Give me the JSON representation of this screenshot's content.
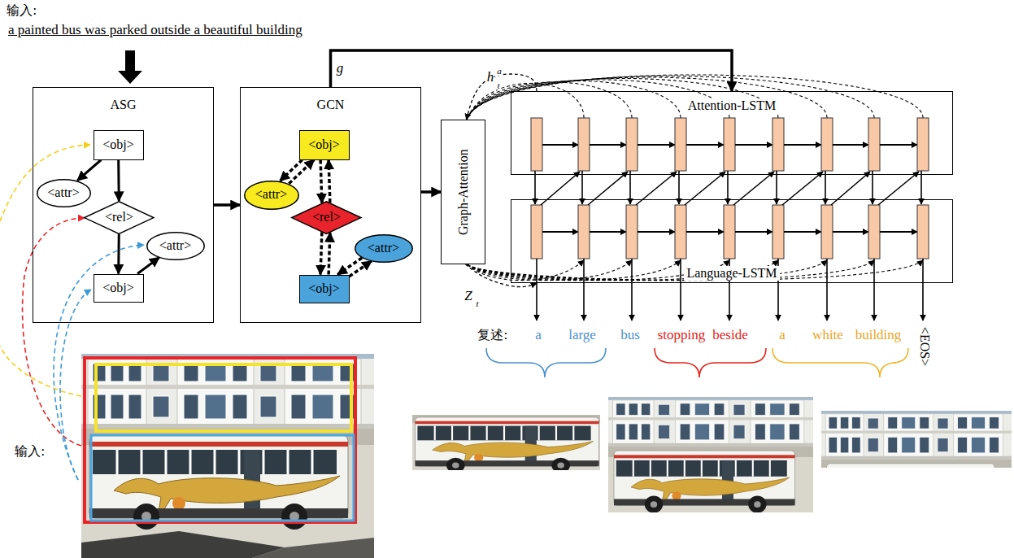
{
  "diagram": {
    "nodes": [
      {
        "text": [
          "ASG"
        ]
      },
      {
        "text": [
          "<obj>"
        ],
        "in": 0
      },
      {
        "text": [
          "<attr>"
        ],
        "in": 0
      },
      {
        "text": [
          "<rel>"
        ],
        "in": 0
      },
      {
        "text": [
          "<attr>"
        ],
        "in": 0
      },
      {
        "text": [
          "<obj>"
        ],
        "in": 0
      },
      {
        "text": [
          "GCN"
        ]
      },
      {
        "text": [
          "<obj>"
        ],
        "in": 6
      },
      {
        "text": [
          "<attr>"
        ],
        "in": 6
      },
      {
        "text": [
          "<rel>"
        ],
        "in": 6
      },
      {
        "text": [
          "<attr>"
        ],
        "in": 6
      },
      {
        "text": [
          "<obj>"
        ],
        "in": 6
      },
      {
        "text": [
          "Graph-Attention"
        ]
      },
      {
        "text": [
          "Attention-LSTM"
        ]
      },
      {
        "text": [
          "Language-LSTM"
        ]
      }
    ],
    "edges": [
      {
        "from": 1,
        "to": 2,
        "arrow": "to"
      },
      {
        "from": 1,
        "to": 3,
        "arrow": "to"
      },
      {
        "from": 3,
        "to": 5,
        "arrow": "to"
      },
      {
        "from": 5,
        "to": 4,
        "arrow": "to"
      },
      {
        "from": 0,
        "to": 6,
        "arrow": "to"
      },
      {
        "from": 6,
        "to": 12,
        "arrow": "to"
      },
      {
        "from": 7,
        "to": 8,
        "arrow": "to"
      },
      {
        "from": 8,
        "to": 7,
        "arrow": "to"
      },
      {
        "from": 7,
        "to": 9,
        "arrow": "to"
      },
      {
        "from": 9,
        "to": 7,
        "arrow": "to"
      },
      {
        "from": 9,
        "to": 11,
        "arrow": "to"
      },
      {
        "from": 11,
        "to": 9,
        "arrow": "to"
      },
      {
        "from": 11,
        "to": 10,
        "arrow": "to"
      },
      {
        "from": 10,
        "to": 11,
        "arrow": "to"
      },
      {
        "from": 6,
        "to": 13,
        "label": "g",
        "arrow": "to"
      },
      {
        "from": 13,
        "to": 12,
        "arrow": "to"
      },
      {
        "from": 12,
        "to": 14,
        "arrow": "to"
      }
    ],
    "labels": [
      "输入:",
      "a painted bus was parked outside a beautiful building",
      "h",
      "a",
      "t",
      "Z",
      "t",
      "复述:",
      "a",
      "large",
      "bus",
      "stopping",
      "beside",
      "a",
      "white",
      "building",
      "<EOS>",
      "输入:"
    ]
  }
}
